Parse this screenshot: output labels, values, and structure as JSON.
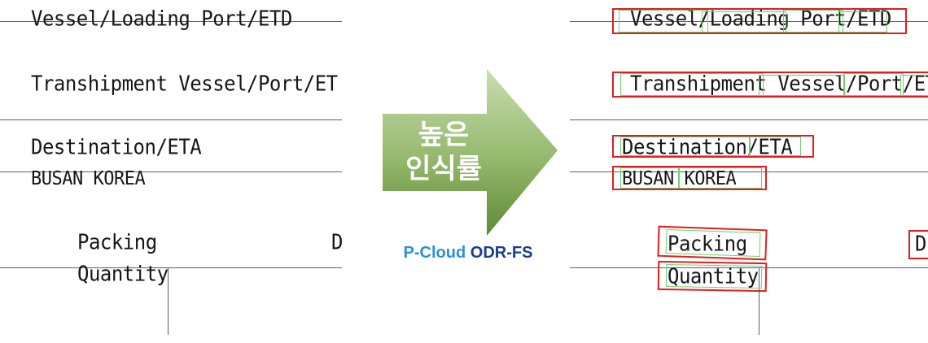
{
  "document": {
    "vessel": "Vessel/Loading Port/ETD",
    "transhipment": "Transhipment Vessel/Port/ET",
    "destination": "Destination/ETA",
    "destination_value": "BUSAN KOREA",
    "packing": "Packing",
    "quantity": "Quantity",
    "cut_letter": "D"
  },
  "arrow": {
    "line1": "높은",
    "line2": "인식률"
  },
  "product": {
    "brand": "P-Cloud",
    "name": "ODR-FS"
  },
  "colors": {
    "ocr_line_box": "#e01e1e",
    "ocr_word_box": "#6fd06f",
    "arrow_green_light": "#b9d39a",
    "arrow_green_dark": "#5e8a35",
    "brand_blue": "#2a8fe0",
    "product_navy": "#1b3d8c"
  }
}
